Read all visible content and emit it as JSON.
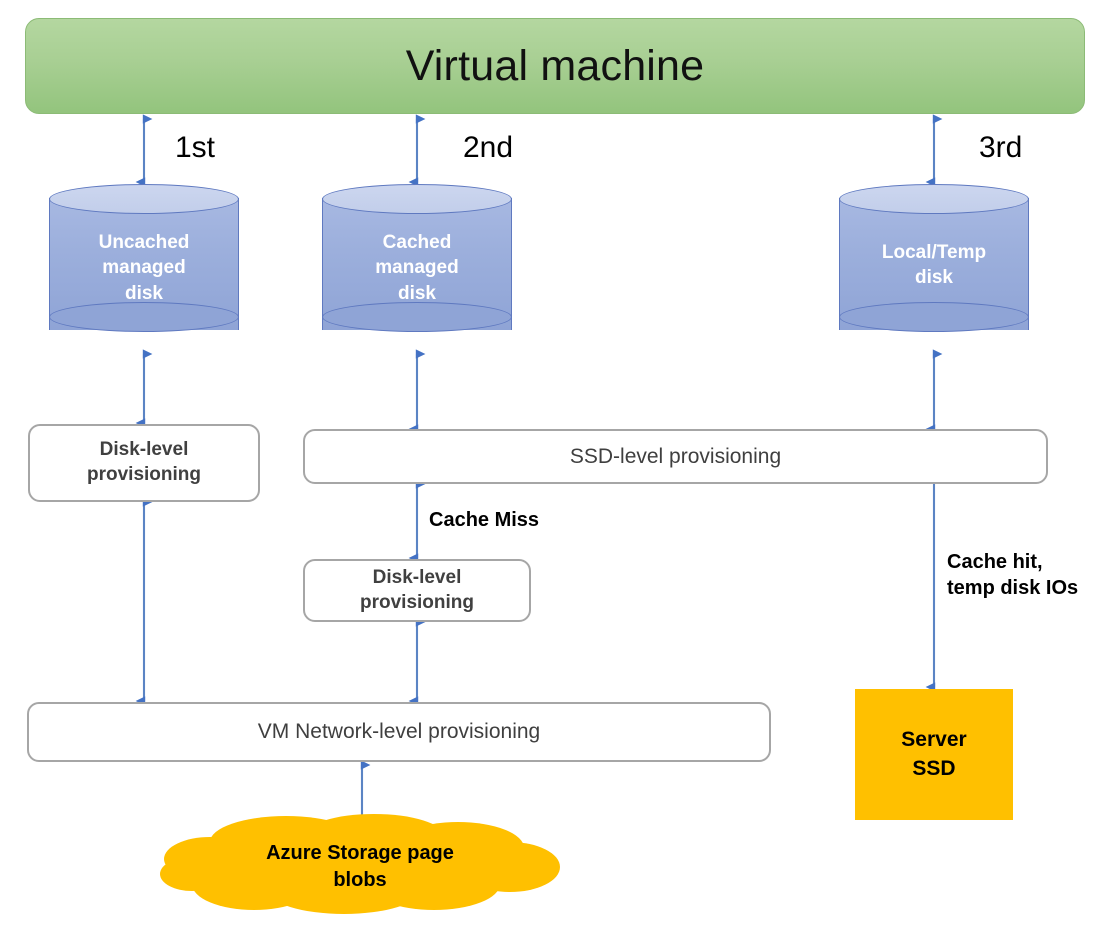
{
  "diagram": {
    "title": "Virtual machine",
    "colors": {
      "vm_green": "#93c47d",
      "disk_blue": "#9cafdc",
      "arrow_blue": "#4472c4",
      "storage_orange": "#ffc000",
      "box_border_gray": "#a6a6a6",
      "box_text_gray": "#404040"
    },
    "ordinals": [
      {
        "label": "1st"
      },
      {
        "label": "2nd"
      },
      {
        "label": "3rd"
      }
    ],
    "disks": [
      {
        "label": "Uncached\nmanaged\ndisk"
      },
      {
        "label": "Cached\nmanaged\ndisk"
      },
      {
        "label": "Local/Temp\ndisk"
      }
    ],
    "boxes": {
      "disk_level_left": "Disk-level\nprovisioning",
      "ssd_level": "SSD-level provisioning",
      "disk_level_middle": "Disk-level\nprovisioning",
      "vm_network_level": "VM Network-level provisioning"
    },
    "annotations": {
      "cache_miss": "Cache Miss",
      "cache_hit": "Cache hit,\ntemp disk IOs"
    },
    "server_ssd": "Server\nSSD",
    "cloud_storage": "Azure Storage page\nblobs"
  }
}
